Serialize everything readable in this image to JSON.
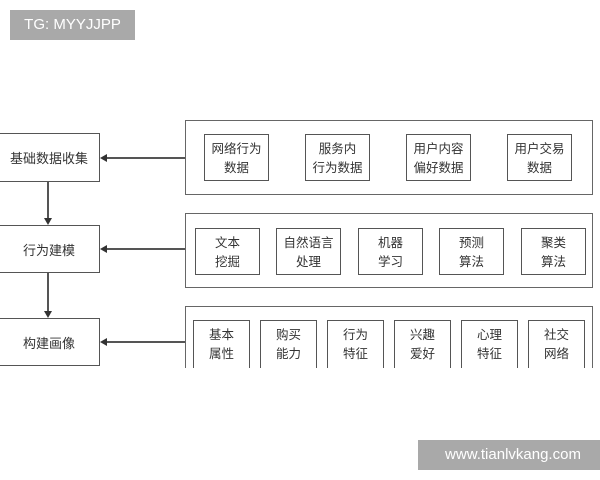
{
  "watermarks": {
    "top": "TG: MYYJJPP",
    "bottom": "www.tianlvkang.com"
  },
  "diagram": {
    "stages": [
      {
        "label": "基础数据收集"
      },
      {
        "label": "行为建模"
      },
      {
        "label": "构建画像"
      }
    ],
    "groups": [
      {
        "items": [
          {
            "label": "网络行为\n数据"
          },
          {
            "label": "服务内\n行为数据"
          },
          {
            "label": "用户内容\n偏好数据"
          },
          {
            "label": "用户交易\n数据"
          }
        ]
      },
      {
        "items": [
          {
            "label": "文本\n挖掘"
          },
          {
            "label": "自然语言\n处理"
          },
          {
            "label": "机器\n学习"
          },
          {
            "label": "预测\n算法"
          },
          {
            "label": "聚类\n算法"
          }
        ]
      },
      {
        "items": [
          {
            "label": "基本\n属性"
          },
          {
            "label": "购买\n能力"
          },
          {
            "label": "行为\n特征"
          },
          {
            "label": "兴趣\n爱好"
          },
          {
            "label": "心理\n特征"
          },
          {
            "label": "社交\n网络"
          }
        ]
      }
    ]
  }
}
